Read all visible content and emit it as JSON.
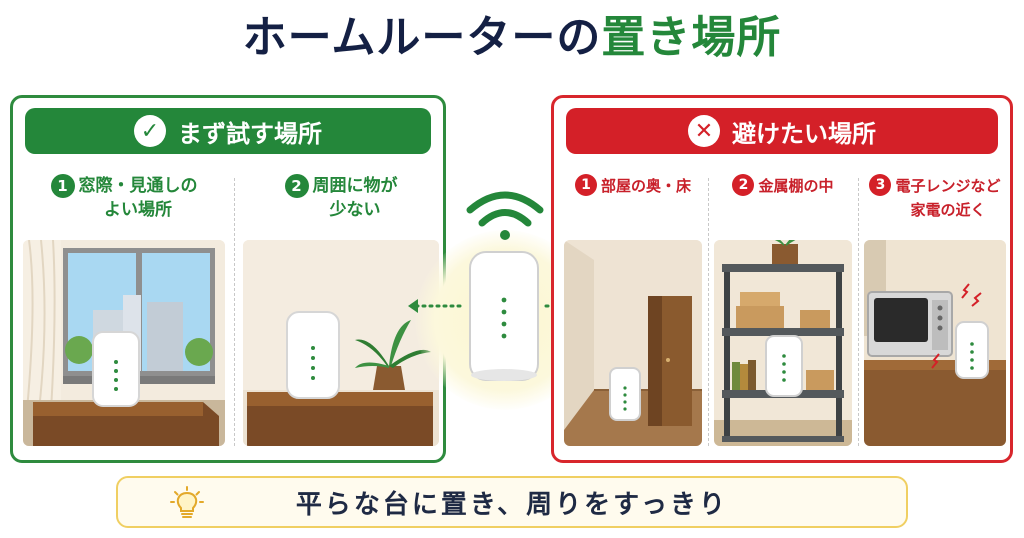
{
  "title": {
    "main": "ホームルーターの",
    "accent": "置き場所"
  },
  "good": {
    "heading": "まず試す場所",
    "icon": "check-icon",
    "items": [
      {
        "num": "1",
        "line1": "窓際・見通しの",
        "line2": "よい場所"
      },
      {
        "num": "2",
        "line1": "周囲に物が",
        "line2": "少ない"
      }
    ]
  },
  "bad": {
    "heading": "避けたい場所",
    "icon": "x-icon",
    "items": [
      {
        "num": "1",
        "line1": "部屋の奥・床",
        "line2": ""
      },
      {
        "num": "2",
        "line1": "金属棚の中",
        "line2": ""
      },
      {
        "num": "3",
        "line1": "電子レンジなど",
        "line2": "家電の近く"
      }
    ]
  },
  "center": {
    "icon": "wifi-icon"
  },
  "tip": {
    "text": "平らな台に置き、周りをすっきり",
    "icon": "lightbulb-icon"
  },
  "colors": {
    "green": "#24873a",
    "red": "#d42028",
    "navy": "#142044",
    "yellow": "#f0cf62"
  }
}
